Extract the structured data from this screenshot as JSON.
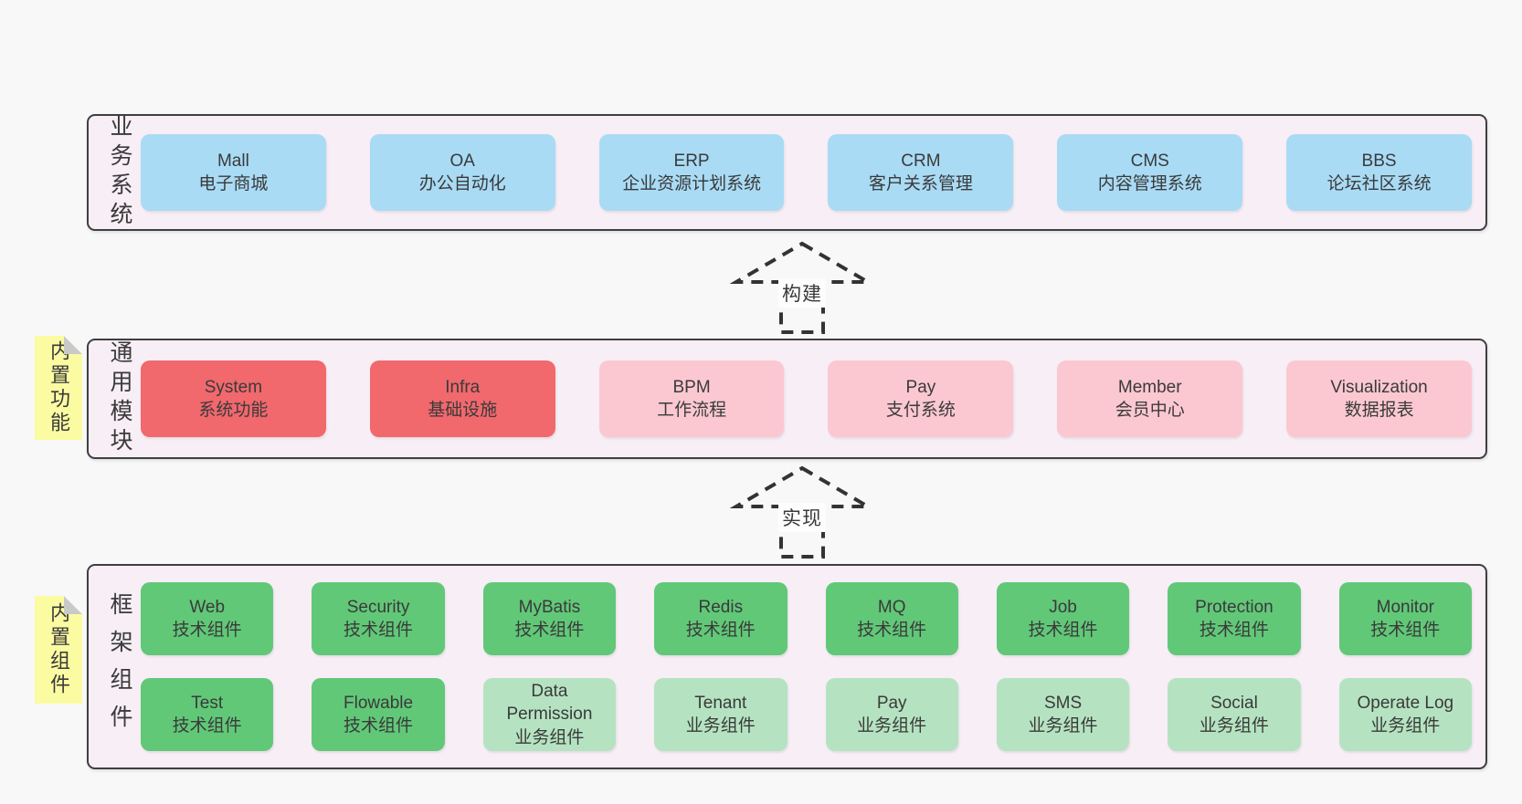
{
  "colors": {
    "page_bg": "#f8f8f8",
    "band_bg": "#f7eef6",
    "band_border": "#3f3f3f",
    "blue": "#a9dbf5",
    "red": "#f1686d",
    "pink": "#fbc8d1",
    "green": "#61c878",
    "light_green": "#b5e3c1",
    "sticky_yellow": "#fbfba2",
    "text": "#3a3a3a"
  },
  "arrows": [
    {
      "label": "构建"
    },
    {
      "label": "实现"
    }
  ],
  "bands": [
    {
      "label": "业务系统",
      "boxes": [
        {
          "title": "Mall",
          "subtitle": "电子商城",
          "variant": "blue"
        },
        {
          "title": "OA",
          "subtitle": "办公自动化",
          "variant": "blue"
        },
        {
          "title": "ERP",
          "subtitle": "企业资源计划系统",
          "variant": "blue"
        },
        {
          "title": "CRM",
          "subtitle": "客户关系管理",
          "variant": "blue"
        },
        {
          "title": "CMS",
          "subtitle": "内容管理系统",
          "variant": "blue"
        },
        {
          "title": "BBS",
          "subtitle": "论坛社区系统",
          "variant": "blue"
        }
      ]
    },
    {
      "label": "通用模块",
      "sticky": "内置功能",
      "boxes": [
        {
          "title": "System",
          "subtitle": "系统功能",
          "variant": "red"
        },
        {
          "title": "Infra",
          "subtitle": "基础设施",
          "variant": "red"
        },
        {
          "title": "BPM",
          "subtitle": "工作流程",
          "variant": "pink"
        },
        {
          "title": "Pay",
          "subtitle": "支付系统",
          "variant": "pink"
        },
        {
          "title": "Member",
          "subtitle": "会员中心",
          "variant": "pink"
        },
        {
          "title": "Visualization",
          "subtitle": "数据报表",
          "variant": "pink"
        }
      ]
    },
    {
      "label": "框架组件",
      "sticky": "内置组件",
      "rows": [
        [
          {
            "title": "Web",
            "subtitle": "技术组件",
            "variant": "green"
          },
          {
            "title": "Security",
            "subtitle": "技术组件",
            "variant": "green"
          },
          {
            "title": "MyBatis",
            "subtitle": "技术组件",
            "variant": "green"
          },
          {
            "title": "Redis",
            "subtitle": "技术组件",
            "variant": "green"
          },
          {
            "title": "MQ",
            "subtitle": "技术组件",
            "variant": "green"
          },
          {
            "title": "Job",
            "subtitle": "技术组件",
            "variant": "green"
          },
          {
            "title": "Protection",
            "subtitle": "技术组件",
            "variant": "green"
          },
          {
            "title": "Monitor",
            "subtitle": "技术组件",
            "variant": "green"
          }
        ],
        [
          {
            "title": "Test",
            "subtitle": "技术组件",
            "variant": "green"
          },
          {
            "title": "Flowable",
            "subtitle": "技术组件",
            "variant": "green"
          },
          {
            "title": "Data Permission",
            "subtitle": "业务组件",
            "variant": "light-green"
          },
          {
            "title": "Tenant",
            "subtitle": "业务组件",
            "variant": "light-green"
          },
          {
            "title": "Pay",
            "subtitle": "业务组件",
            "variant": "light-green"
          },
          {
            "title": "SMS",
            "subtitle": "业务组件",
            "variant": "light-green"
          },
          {
            "title": "Social",
            "subtitle": "业务组件",
            "variant": "light-green"
          },
          {
            "title": "Operate Log",
            "subtitle": "业务组件",
            "variant": "light-green"
          }
        ]
      ]
    }
  ]
}
